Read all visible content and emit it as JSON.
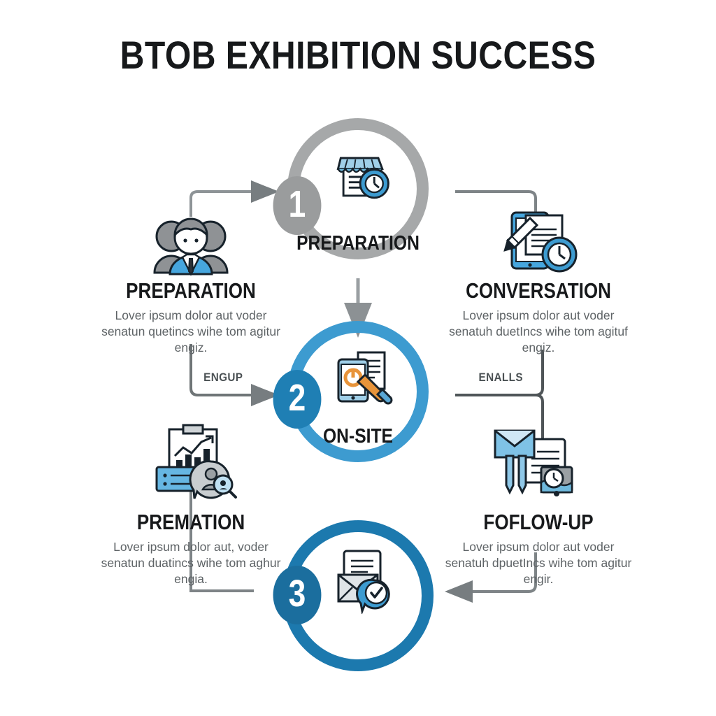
{
  "page": {
    "title": "BTOB EXHIBITION SUCCESS",
    "background": "#ffffff",
    "type": "process-flow-infographic"
  },
  "colors": {
    "title_text": "#17191b",
    "body_text": "#5e6366",
    "step1_gray": "#a6a8a9",
    "step1_badge": "#9a9c9d",
    "step2_blue": "#3d9bd0",
    "step2_badge": "#1f7fb4",
    "step3_blue": "#1c79ae",
    "step3_badge": "#1b6e9e",
    "connector_gray": "#6f7577",
    "icon_light_blue": "#67b4e0",
    "icon_mid_blue": "#2d8fc6",
    "icon_orange": "#e8943a",
    "icon_outline": "#17222b"
  },
  "steps": [
    {
      "number": "1",
      "label": "PREPARATION",
      "icon": "market-stall-clock-icon",
      "ring_color": "#a6a8a9",
      "badge_color": "#9a9c9d"
    },
    {
      "number": "2",
      "label": "ON-SITE",
      "icon": "tablet-wrench-icon",
      "ring_color": "#3d9bd0",
      "badge_color": "#1f7fb4"
    },
    {
      "number": "3",
      "label": "",
      "icon": "envelope-check-icon",
      "ring_color": "#1c79ae",
      "badge_color": "#1b6e9e"
    }
  ],
  "corners": {
    "top_left": {
      "title": "PREPARATION",
      "body": "Lover ipsum dolor aut voder senatun quetincs wihe tom agitur engiz.",
      "icon": "team-people-icon"
    },
    "top_right": {
      "title": "CONVERSATION",
      "body": "Lover ipsum dolor aut voder senatuh duetIncs wihe tom agituf engiz.",
      "icon": "tablet-pen-clock-icon"
    },
    "bottom_left": {
      "title": "PREMATION",
      "body": "Lover ipsum dolor aut, voder senatun duatincs wihe tom aghur engia.",
      "icon": "chart-clipboard-person-search-icon"
    },
    "bottom_right": {
      "title": "FOFLOW-UP",
      "body": "Lover ipsum dolor aut voder senatuh dpuetIncs wihe tom agitur engir.",
      "icon": "envelope-pens-document-clock-icon"
    }
  },
  "connectors": {
    "left_label": "ENGUP",
    "right_label": "ENALLS"
  }
}
